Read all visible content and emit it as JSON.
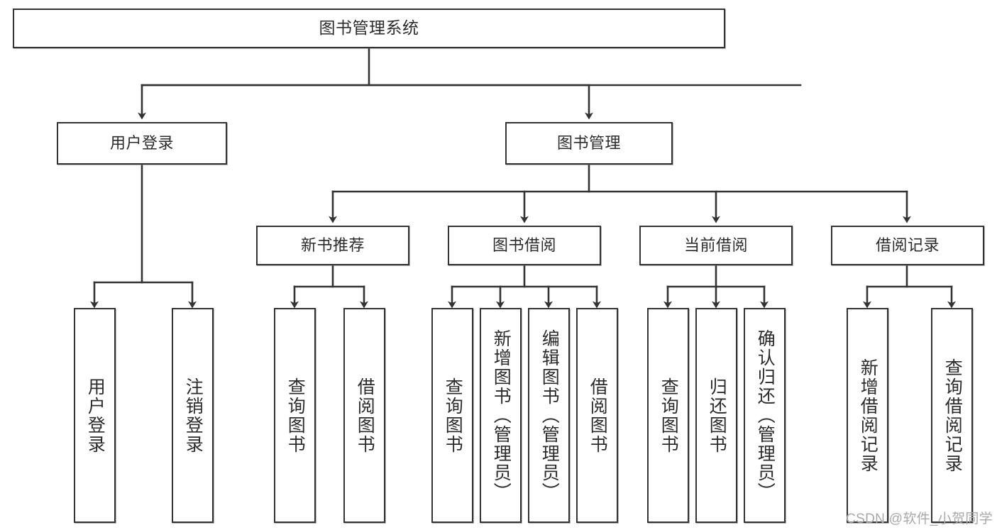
{
  "diagram": {
    "type": "tree",
    "title": "图书管理系统",
    "watermark": "CSDN @软件_小贺同学",
    "colors": {
      "box_border": "#333333",
      "box_fill": "#ffffff",
      "edge": "#333333",
      "text": "#2b2b2b",
      "watermark": "#a8a8a8"
    },
    "nodes": {
      "root": {
        "label": "图书管理系统"
      },
      "level1": [
        {
          "id": "user-login",
          "label": "用户登录"
        },
        {
          "id": "book-management",
          "label": "图书管理"
        }
      ],
      "level2": [
        {
          "id": "new-book-recommend",
          "label": "新书推荐"
        },
        {
          "id": "book-borrow",
          "label": "图书借阅"
        },
        {
          "id": "current-borrow",
          "label": "当前借阅"
        },
        {
          "id": "borrow-record",
          "label": "借阅记录"
        }
      ],
      "leaves": {
        "user-login": [
          {
            "id": "leaf-user-login",
            "label": "用户登录"
          },
          {
            "id": "leaf-logout",
            "label": "注销登录"
          }
        ],
        "new-book-recommend": [
          {
            "id": "leaf-query-book-1",
            "label": "查询图书"
          },
          {
            "id": "leaf-borrow-book-1",
            "label": "借阅图书"
          }
        ],
        "book-borrow": [
          {
            "id": "leaf-query-book-2",
            "label": "查询图书"
          },
          {
            "id": "leaf-add-book",
            "label": "新增图书（管理员）"
          },
          {
            "id": "leaf-edit-book",
            "label": "编辑图书（管理员）"
          },
          {
            "id": "leaf-borrow-book-2",
            "label": "借阅图书"
          }
        ],
        "current-borrow": [
          {
            "id": "leaf-query-book-3",
            "label": "查询图书"
          },
          {
            "id": "leaf-return-book",
            "label": "归还图书"
          },
          {
            "id": "leaf-confirm-return",
            "label": "确认归还（管理员）"
          }
        ],
        "borrow-record": [
          {
            "id": "leaf-add-record",
            "label": "新增借阅记录"
          },
          {
            "id": "leaf-query-record",
            "label": "查询借阅记录"
          }
        ]
      }
    }
  }
}
